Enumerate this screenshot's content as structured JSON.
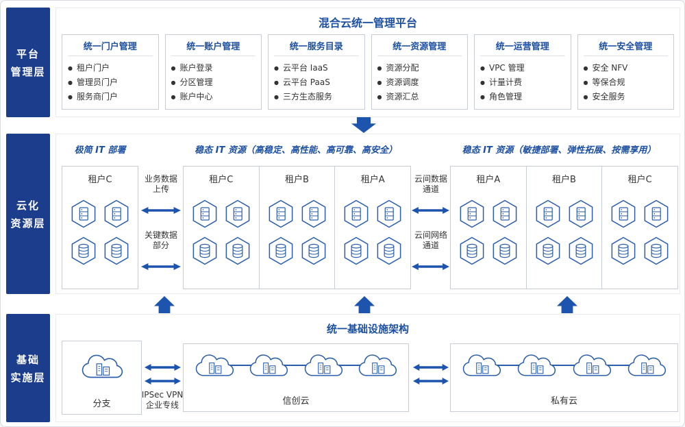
{
  "platform": {
    "rail": [
      "平台",
      "管理层"
    ],
    "title": "混合云统一管理平台",
    "cards": [
      {
        "title": "统一门户管理",
        "items": [
          "租户门户",
          "管理员门户",
          "服务商门户"
        ]
      },
      {
        "title": "统一账户管理",
        "items": [
          "账户登录",
          "分区管理",
          "账户中心"
        ]
      },
      {
        "title": "统一服务目录",
        "items": [
          "云平台 IaaS",
          "云平台 PaaS",
          "三方生态服务"
        ]
      },
      {
        "title": "统一资源管理",
        "items": [
          "资源分配",
          "资源调度",
          "资源汇总"
        ]
      },
      {
        "title": "统一运营管理",
        "items": [
          "VPC 管理",
          "计量计费",
          "角色管理"
        ]
      },
      {
        "title": "统一安全管理",
        "items": [
          "安全 NFV",
          "等保合规",
          "安全服务"
        ]
      }
    ]
  },
  "cloud": {
    "rail": [
      "云化",
      "资源层"
    ],
    "left_title": "极简 IT 部署",
    "mid_title": "稳态 IT 资源（高稳定、高性能、高可靠、高安全）",
    "right_title": "稳态 IT 资源（敏捷部署、弹性拓展、按需享用）",
    "left_tenant": "租户C",
    "mid_tenants": [
      "租户C",
      "租户B",
      "租户A"
    ],
    "right_tenants": [
      "租户A",
      "租户B",
      "租户C"
    ],
    "left_links": [
      {
        "l1": "业务数据",
        "l2": "上传"
      },
      {
        "l1": "关键数据",
        "l2": "部分"
      }
    ],
    "right_links": [
      {
        "l1": "云间数据",
        "l2": "通道"
      },
      {
        "l1": "云间网络",
        "l2": "通道"
      }
    ]
  },
  "infra": {
    "rail": [
      "基础",
      "实施层"
    ],
    "title": "统一基础设施架构",
    "branch_label": "分支",
    "vpn_label": {
      "l1": "IPSec VPN",
      "l2": "企业专线"
    },
    "mid_label": "信创云",
    "right_label": "私有云"
  },
  "colors": {
    "rail_bg": "#1c3d8c",
    "accent_text": "#1d50a2",
    "arrow": "#1d55ae",
    "icon_stroke": "#2b5fae",
    "box_border": "#c7ccd5"
  }
}
